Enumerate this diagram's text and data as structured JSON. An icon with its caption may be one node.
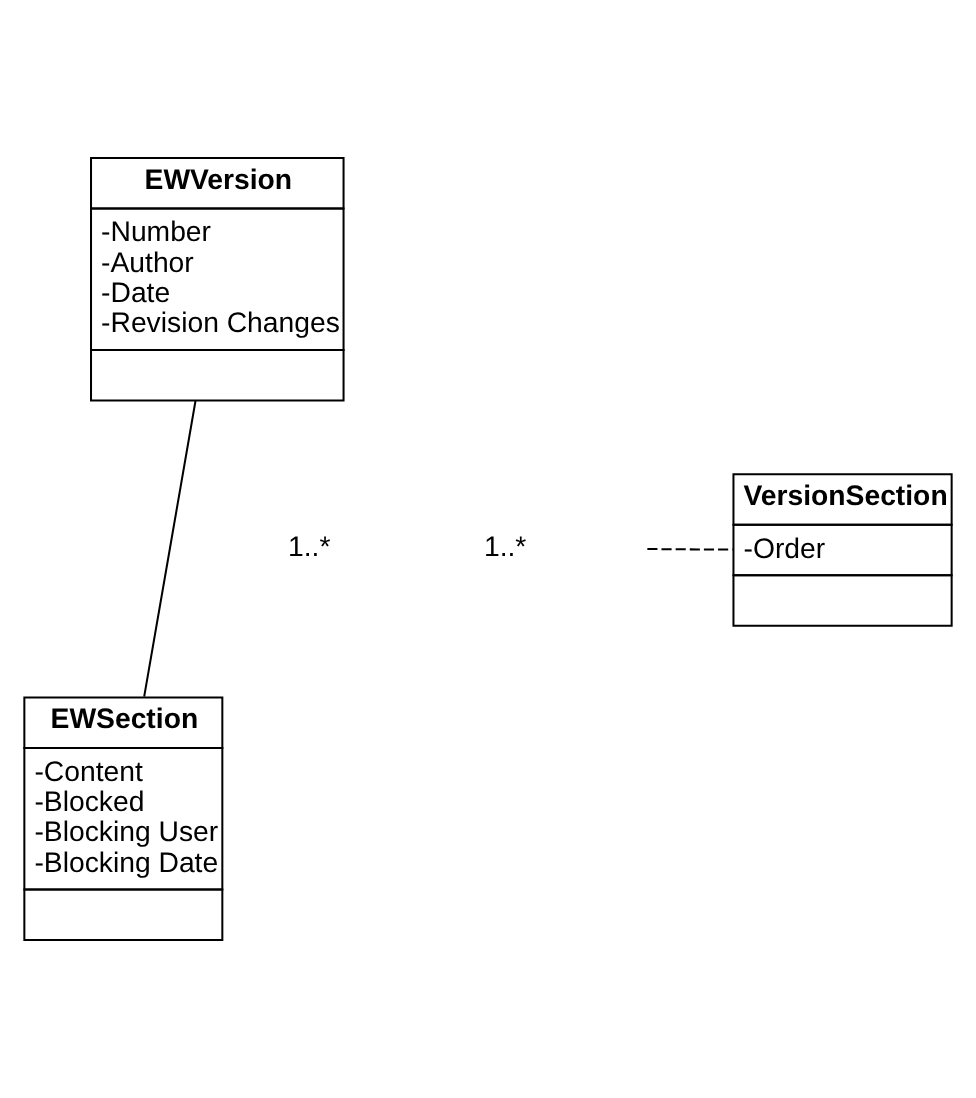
{
  "diagram": {
    "nodes": [
      {
        "text": [
          "EWVersion",
          "-Number",
          "-Author",
          "-Date",
          "-Revision Changes"
        ]
      },
      {
        "text": [
          "EWSection",
          "-Content",
          "-Blocked",
          "-Blocking User",
          "-Blocking Date"
        ]
      },
      {
        "text": [
          "VersionSection",
          "-Order"
        ]
      }
    ],
    "edges": [
      {
        "from": 0,
        "to": 1,
        "arrow": "none"
      },
      {
        "from": null,
        "to": 2,
        "arrow": "none",
        "style": "dashed"
      }
    ],
    "labels": [
      "1..*",
      "1..*"
    ]
  }
}
